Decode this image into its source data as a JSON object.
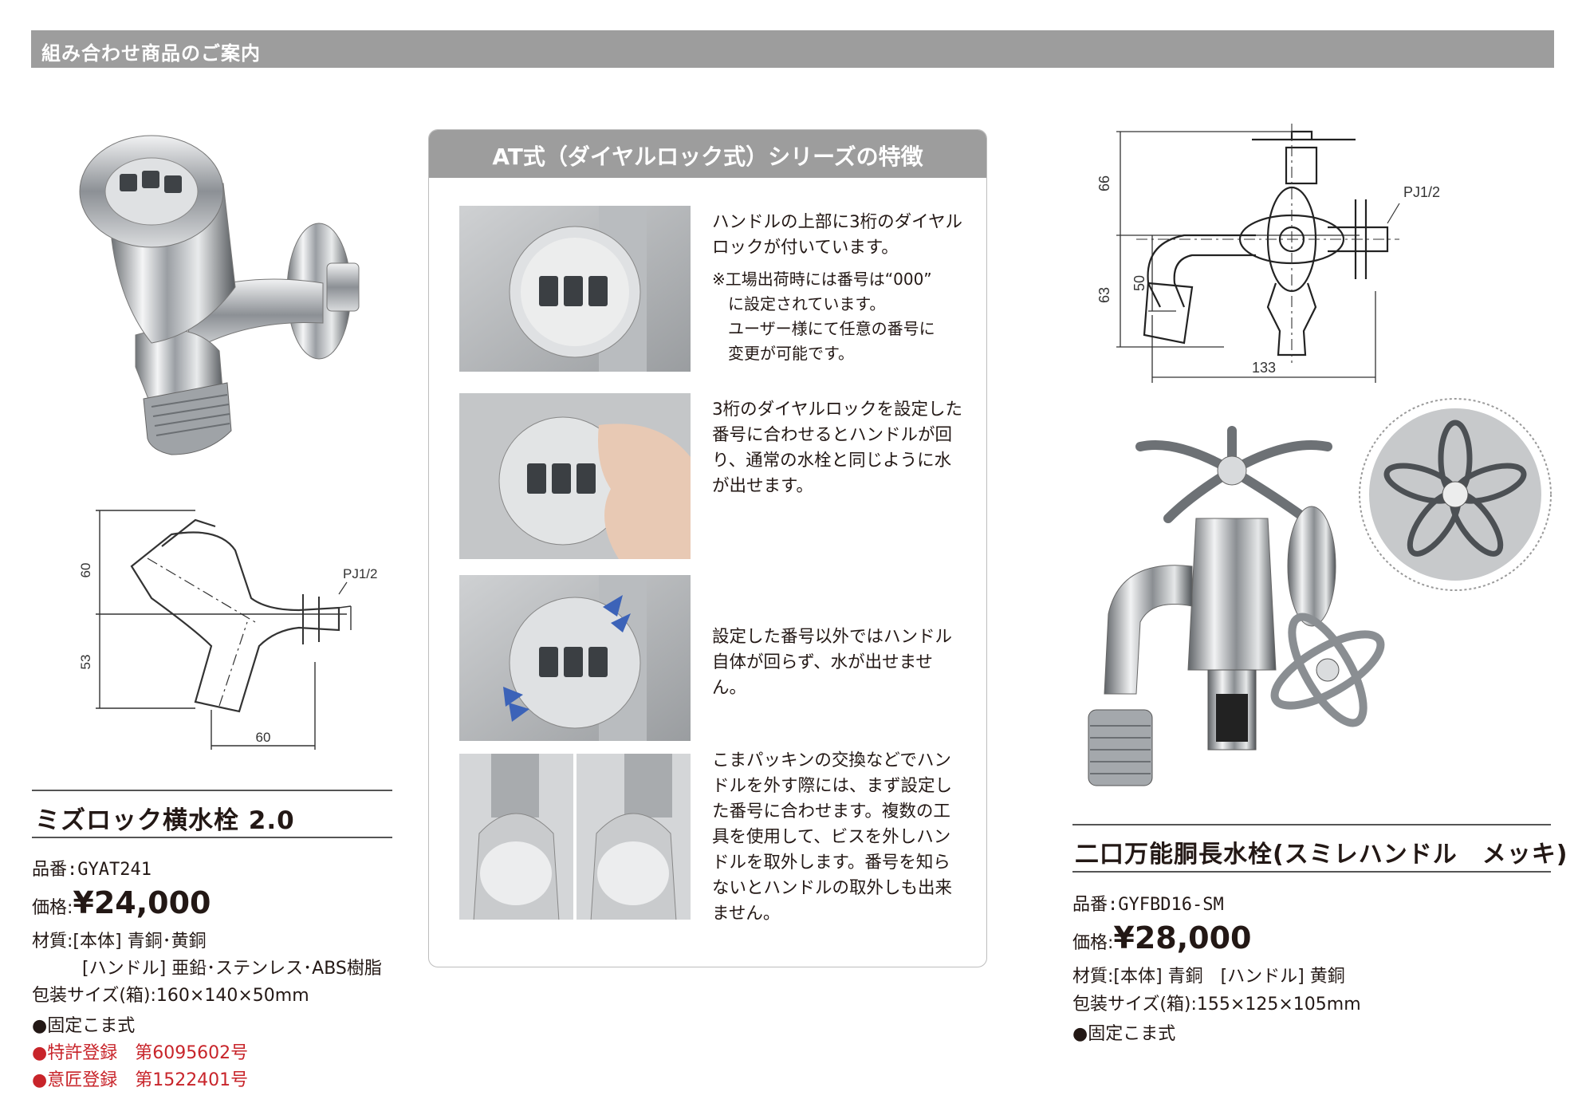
{
  "header": {
    "title": "組み合わせ商品のご案内"
  },
  "left_product": {
    "name": "ミズロック横水栓 2.0",
    "part_no": "品番:GYAT241",
    "price_label": "価格:",
    "price": "¥24,000",
    "material_1": "材質:[本体] 青銅･黄銅",
    "material_2": "[ハンドル] 亜鉛･ステンレス･ABS樹脂",
    "package": "包装サイズ(箱):160×140×50mm",
    "feature": "●固定こま式",
    "patent": "●特許登録　第6095602号",
    "design": "●意匠登録　第1522401号",
    "dims": {
      "height_top": "60",
      "height_bottom": "53",
      "width": "60",
      "thread": "PJ1/2"
    }
  },
  "feature_panel": {
    "title": "AT式（ダイヤルロック式）シリーズの特徴",
    "items": [
      {
        "text": "ハンドルの上部に3桁のダイヤルロックが付いています。",
        "note_1": "※工場出荷時には番号は“000”",
        "note_2": "に設定されています。",
        "note_3": "ユーザー様にて任意の番号に",
        "note_4": "変更が可能です。"
      },
      {
        "text": "3桁のダイヤルロックを設定した番号に合わせるとハンドルが回り、通常の水栓と同じように水が出せます。"
      },
      {
        "text": "設定した番号以外ではハンドル自体が回らず、水が出せません。"
      },
      {
        "text": "こまパッキンの交換などでハンドルを外す際には、まず設定した番号に合わせます。複数の工具を使用して、ビスを外しハンドルを取外します。番号を知らないとハンドルの取外しも出来ません。"
      }
    ]
  },
  "right_product": {
    "name": "二口万能胴長水栓(スミレハンドル　メッキ)",
    "part_no": "品番:GYFBD16-SM",
    "price_label": "価格:",
    "price": "¥28,000",
    "material": "材質:[本体] 青銅　[ハンドル] 黄銅",
    "package": "包装サイズ(箱):155×125×105mm",
    "feature": "●固定こま式",
    "dims": {
      "height_top": "66",
      "height_total": "63",
      "height_spout": "50",
      "width": "133",
      "thread": "PJ1/2"
    }
  }
}
